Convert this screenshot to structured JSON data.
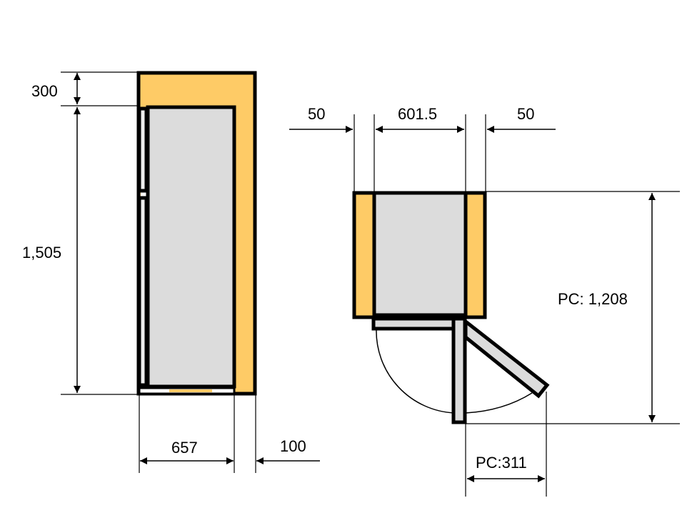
{
  "colors": {
    "insulation": "#FECB66",
    "interior": "#DCDCDC",
    "outline": "#000000"
  },
  "side_view": {
    "dim_top": "300",
    "dim_height": "1,505",
    "dim_depth": "657",
    "dim_rear_gap": "100"
  },
  "top_view": {
    "dim_left_gap": "50",
    "dim_width": "601.5",
    "dim_right_gap": "50",
    "dim_depth_open": "PC: 1,208",
    "dim_door_swing": "PC:311"
  }
}
